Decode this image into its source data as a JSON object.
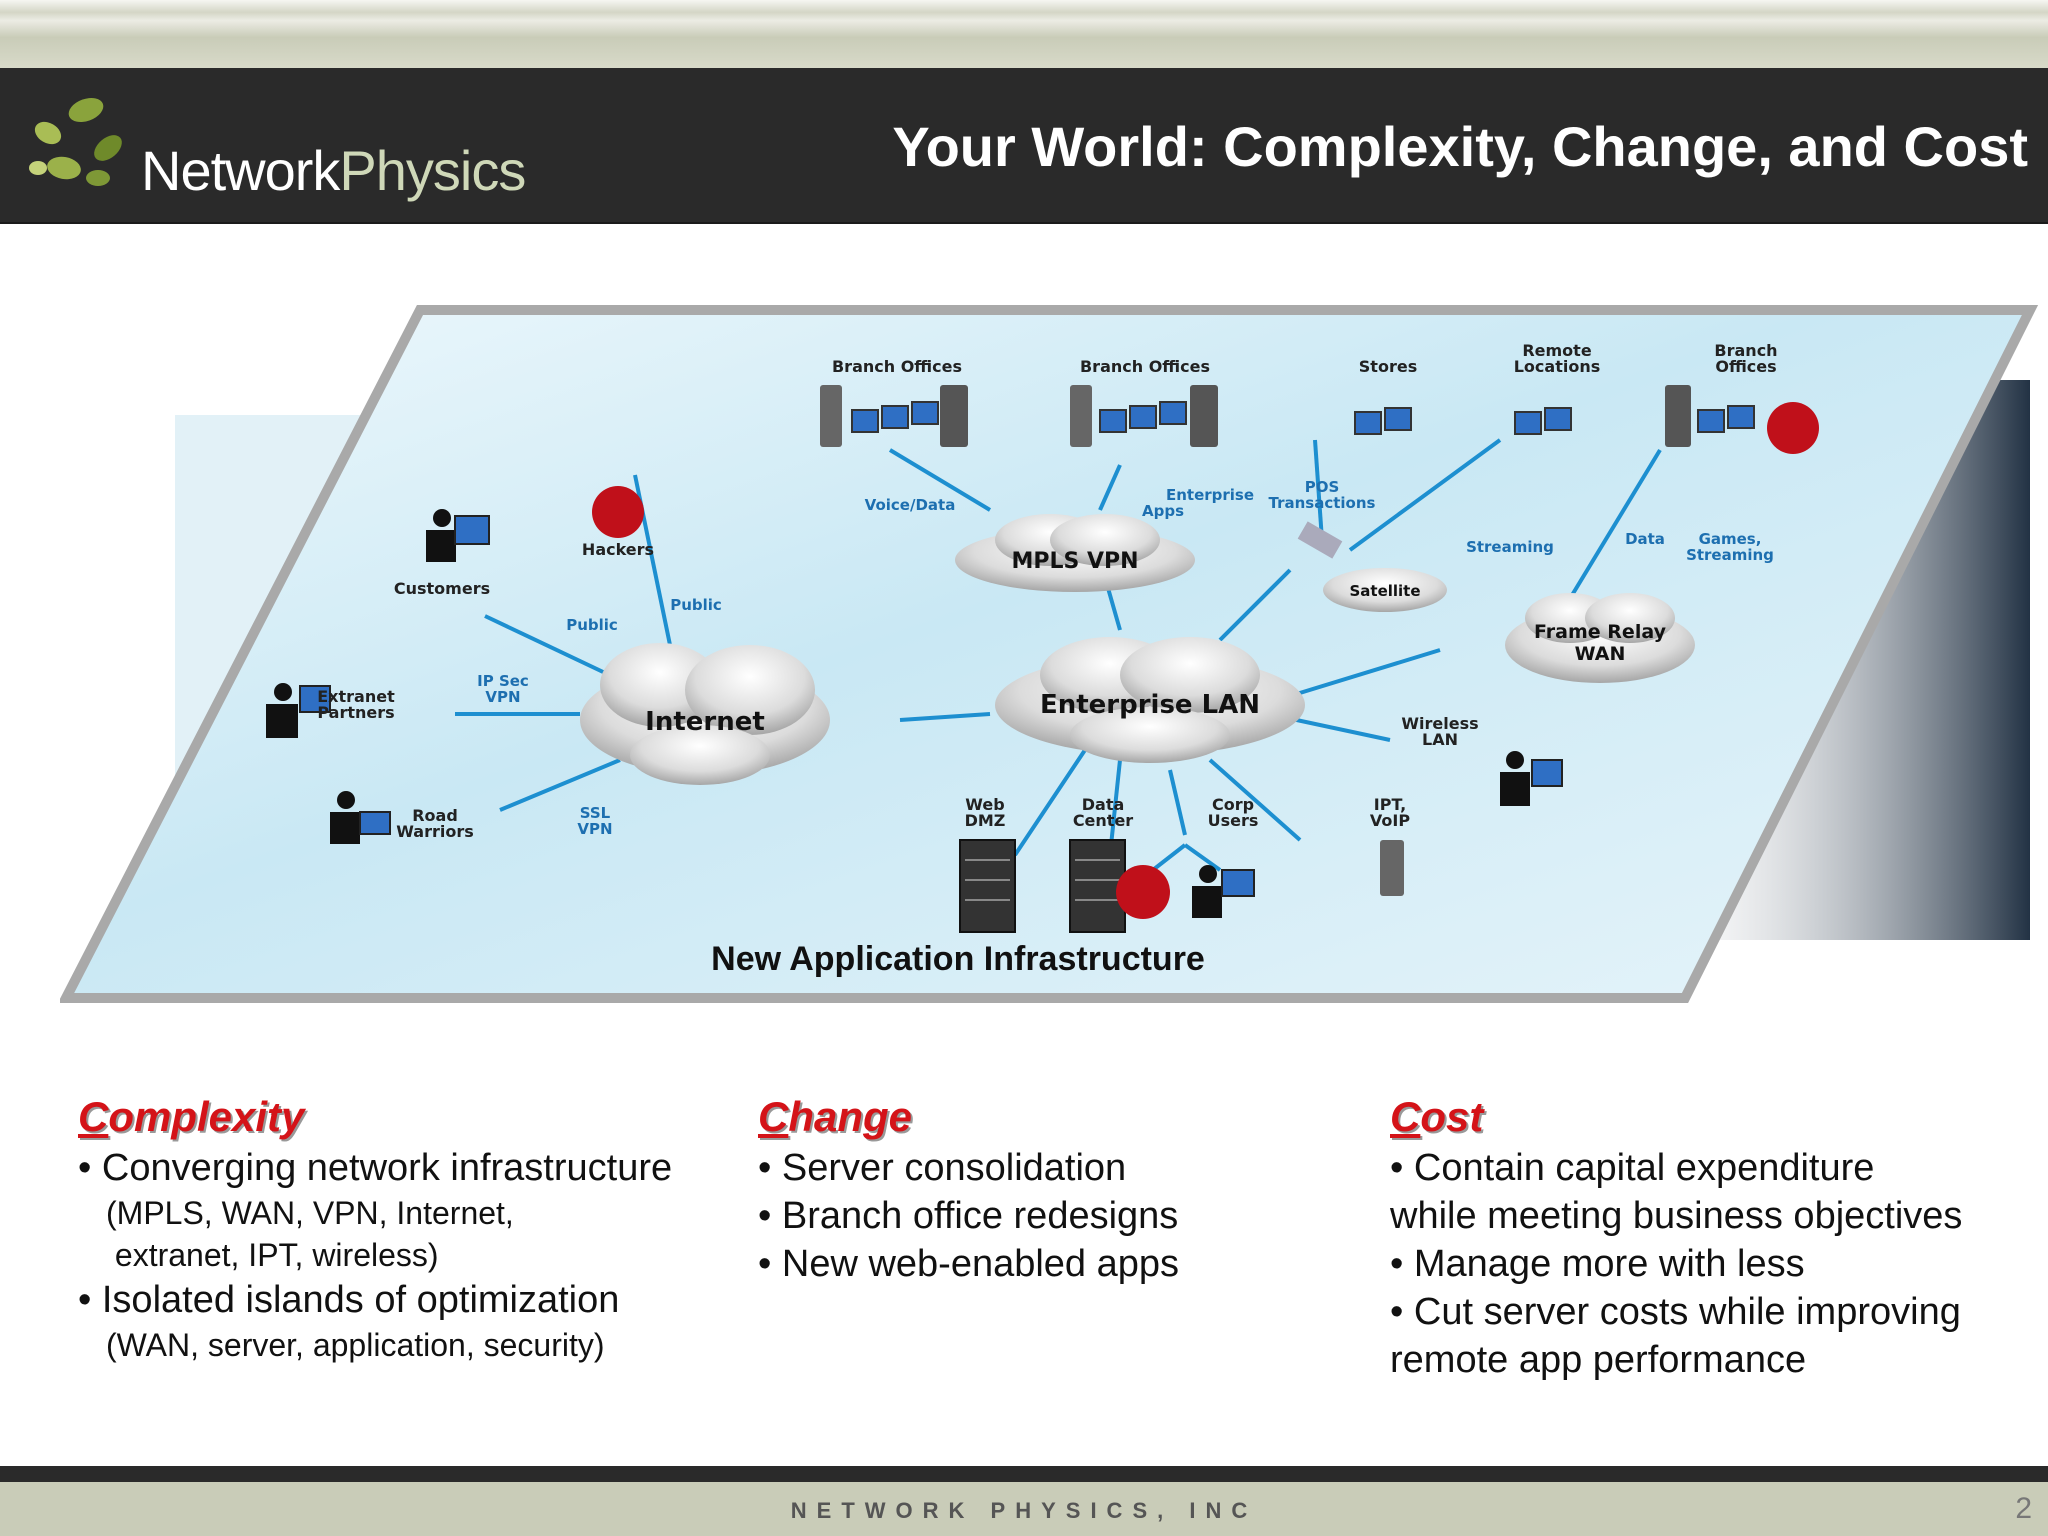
{
  "header": {
    "logo_word1": "Network",
    "logo_word2": "Physics",
    "title": "Your World: Complexity, Change, and Cost"
  },
  "diagram": {
    "caption": "New Application Infrastructure",
    "clouds": {
      "internet": "Internet",
      "enterprise_lan": "Enterprise LAN",
      "mpls_vpn": "MPLS VPN",
      "frame_relay_1": "Frame Relay",
      "frame_relay_2": "WAN",
      "satellite": "Satellite"
    },
    "labels": {
      "branch_offices_1": "Branch Offices",
      "branch_offices_2": "Branch Offices",
      "stores": "Stores",
      "remote_1": "Remote",
      "remote_2": "Locations",
      "branch3_1": "Branch",
      "branch3_2": "Offices",
      "voice_data": "Voice/Data",
      "enterprise_apps_1": "Enterprise",
      "enterprise_apps_2": "Apps",
      "pos_1": "POS",
      "pos_2": "Transactions",
      "streaming": "Streaming",
      "data": "Data",
      "games_1": "Games,",
      "games_2": "Streaming",
      "hackers": "Hackers",
      "customers": "Customers",
      "public_1": "Public",
      "public_2": "Public",
      "extranet_1": "Extranet",
      "extranet_2": "Partners",
      "ipsec_1": "IP Sec",
      "ipsec_2": "VPN",
      "road_1": "Road",
      "road_2": "Warriors",
      "ssl_1": "SSL",
      "ssl_2": "VPN",
      "wireless_1": "Wireless",
      "wireless_2": "LAN",
      "web_1": "Web",
      "web_2": "DMZ",
      "dc_1": "Data",
      "dc_2": "Center",
      "corp_1": "Corp",
      "corp_2": "Users",
      "ipt_1": "IPT,",
      "ipt_2": "VoIP"
    }
  },
  "columns": {
    "complexity": {
      "head_first": "C",
      "head_rest": "omplexity",
      "b1": "Converging network infrastructure",
      "b1_sub1": "(MPLS, WAN, VPN, Internet,",
      "b1_sub2": " extranet, IPT, wireless)",
      "b2": "Isolated islands of optimization",
      "b2_sub": "(WAN, server, application, security)"
    },
    "change": {
      "head_first": "C",
      "head_rest": "hange",
      "b1": "Server consolidation",
      "b2": "Branch office redesigns",
      "b3": "New web-enabled apps"
    },
    "cost": {
      "head_first": "C",
      "head_rest": "ost",
      "b1a": "Contain capital expenditure",
      "b1b": "while meeting business objectives",
      "b2": "Manage more with less",
      "b3a": "Cut server costs while improving",
      "b3b": "remote app performance"
    }
  },
  "footer": {
    "company": "NETWORK PHYSICS, INC",
    "page": "2"
  },
  "colors": {
    "header_bg": "#2a2a2a",
    "accent_red": "#d41318",
    "link_blue": "#1d8fd0",
    "footer_bg": "#c9ccb8"
  }
}
